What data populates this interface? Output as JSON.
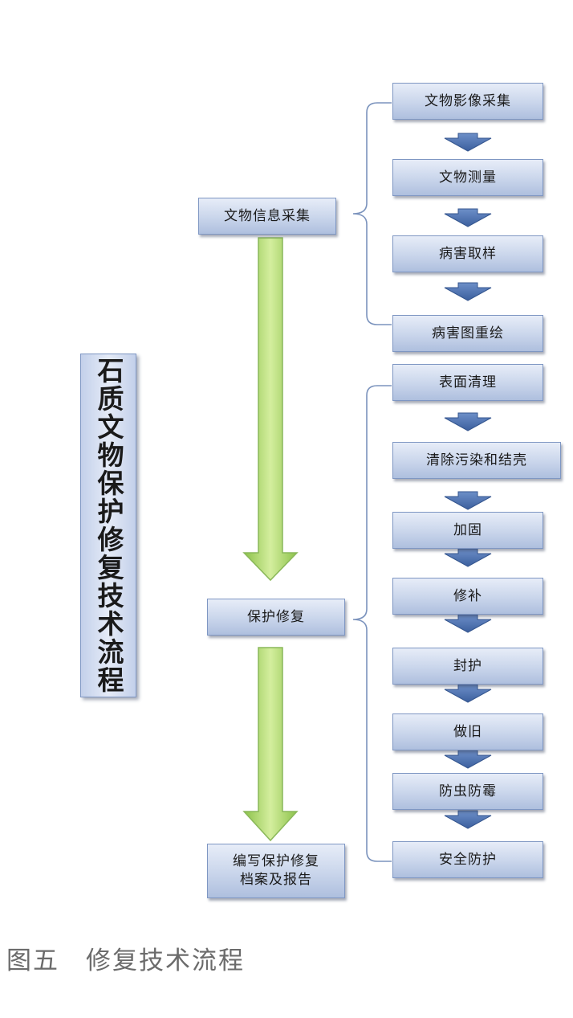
{
  "title": "石质文物保护修复技术流程",
  "stages": [
    {
      "label": "文物信息采集"
    },
    {
      "label": "保护修复"
    },
    {
      "label": "编写保护修复\n档案及报告"
    }
  ],
  "info_steps": [
    "文物影像采集",
    "文物测量",
    "病害取样",
    "病害图重绘"
  ],
  "repair_steps": [
    "表面清理",
    "清除污染和结壳",
    "加固",
    "修补",
    "封护",
    "做旧",
    "防虫防霉",
    "安全防护"
  ],
  "caption": "图五　修复技术流程",
  "colors": {
    "box_border": "#7f97c3",
    "blue_arrow": "#4a6fb0",
    "green_arrow": "#a8d468",
    "bracket": "#7b93bd"
  }
}
